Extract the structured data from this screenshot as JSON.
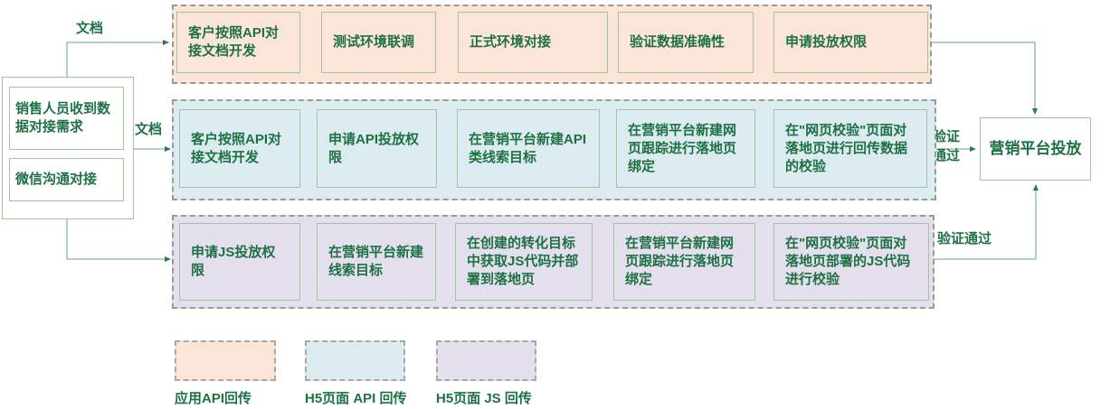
{
  "colors": {
    "text_green": "#1e7145",
    "lane_app_api_bg": "#fbe5d6",
    "lane_h5_api_bg": "#dbebf0",
    "lane_h5_js_bg": "#e3dfec",
    "box_border_green": "#a2c49e",
    "connector_green": "#8ab79d",
    "dashed_gray": "#9a9a9a"
  },
  "source": {
    "box1": "销售人员收到数据对接需求",
    "box2": "微信沟通对接"
  },
  "edge_labels": {
    "doc_top": "文档",
    "doc_middle": "文档",
    "verify_middle": "验证通过",
    "verify_bottom": "验证通过"
  },
  "lanes": [
    {
      "name": "应用API回传",
      "steps": [
        "客户按照API对接文档开发",
        "测试环境联调",
        "正式环境对接",
        "验证数据准确性",
        "申请投放权限"
      ]
    },
    {
      "name": "H5页面 API 回传",
      "steps": [
        "客户按照API对接文档开发",
        "申请API投放权限",
        "在营销平台新建API类线索目标",
        "在营销平台新建网页跟踪进行落地页绑定",
        "在\"网页校验\"页面对落地页进行回传数据的校验"
      ]
    },
    {
      "name": "H5页面 JS 回传",
      "steps": [
        "申请JS投放权限",
        "在营销平台新建线索目标",
        "在创建的转化目标中获取JS代码并部署到落地页",
        "在营销平台新建网页跟踪进行落地页绑定",
        "在\"网页校验\"页面对落地页部署的JS代码进行校验"
      ]
    }
  ],
  "result": "营销平台投放",
  "legend": [
    {
      "label": "应用API回传",
      "color": "#fbe5d6"
    },
    {
      "label": "H5页面 API 回传",
      "color": "#dbebf0"
    },
    {
      "label": "H5页面 JS 回传",
      "color": "#e3dfec"
    }
  ]
}
